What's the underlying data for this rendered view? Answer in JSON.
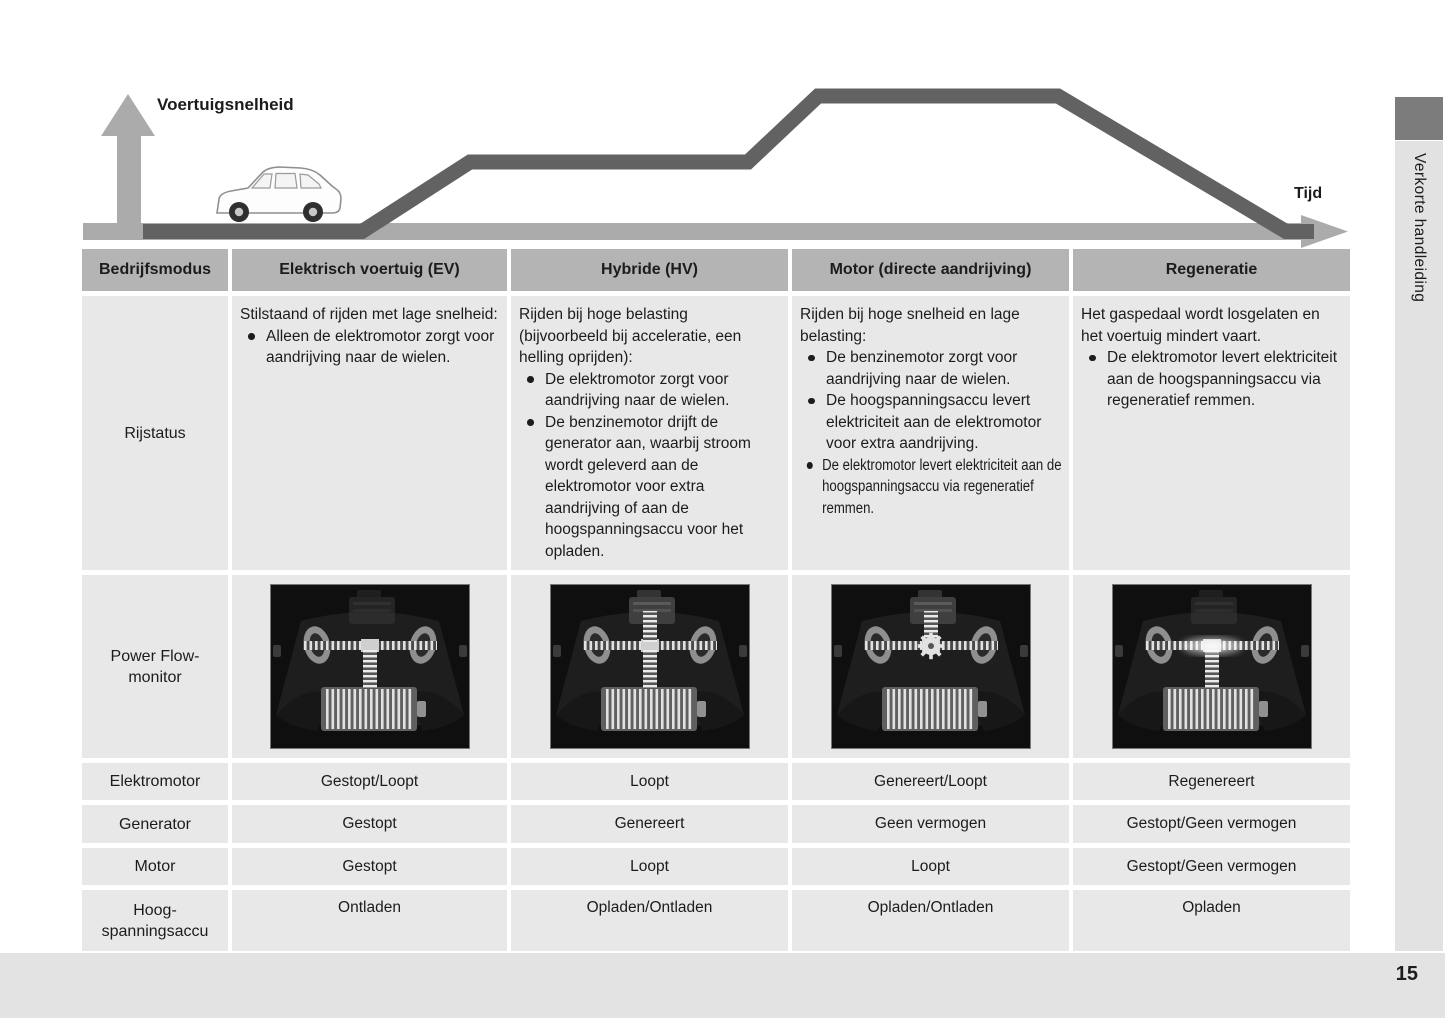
{
  "page": {
    "number": "15"
  },
  "sidebar": {
    "label": "Verkorte handleiding"
  },
  "graph": {
    "y_axis_label": "Voertuigsnelheid",
    "x_axis_label": "Tijd"
  },
  "table": {
    "headers": [
      "Bedrijfsmodus",
      "Elektrisch voertuig (EV)",
      "Hybride (HV)",
      "Motor (directe aandrijving)",
      "Regeneratie"
    ],
    "rijstatus": {
      "label": "Rijstatus",
      "cells": [
        {
          "intro": "Stilstaand of rijden met lage snelheid:",
          "bullets": [
            "Alleen de elektromotor zorgt voor aandrijving naar de wielen."
          ]
        },
        {
          "intro": "Rijden bij hoge belasting (bijvoorbeeld bij acceleratie, een helling oprijden):",
          "bullets": [
            "De elektromotor zorgt voor aandrijving naar de wielen.",
            "De benzinemotor drijft de generator aan, waarbij stroom wordt geleverd aan de elektromotor voor extra aandrijving of aan de hoogspanningsaccu voor het opladen."
          ]
        },
        {
          "intro": "Rijden bij hoge snelheid en lage belasting:",
          "bullets": [
            "De benzinemotor zorgt voor aandrijving naar de wielen.",
            "De hoogspanningsaccu levert elektriciteit aan de elektromotor voor extra aandrijving.",
            "De elektromotor levert elektriciteit aan de hoogspanningsaccu via regeneratief remmen."
          ]
        },
        {
          "intro": "Het gaspedaal wordt losgelaten en het voertuig mindert vaart.",
          "bullets": [
            "De elektromotor levert elektriciteit aan de hoogspanningsaccu via regeneratief remmen."
          ]
        }
      ]
    },
    "power_flow": {
      "label": "Power Flow-\nmonitor",
      "variants": [
        "ev",
        "hv",
        "direct",
        "regen"
      ]
    },
    "status_rows": [
      {
        "label": "Elektromotor",
        "values": [
          "Gestopt/Loopt",
          "Loopt",
          "Genereert/Loopt",
          "Regenereert"
        ]
      },
      {
        "label": "Generator",
        "values": [
          "Gestopt",
          "Genereert",
          "Geen vermogen",
          "Gestopt/Geen vermogen"
        ]
      },
      {
        "label": "Motor",
        "values": [
          "Gestopt",
          "Loopt",
          "Loopt",
          "Gestopt/Geen vermogen"
        ]
      },
      {
        "label": "Hoog-\nspanningsaccu",
        "values": [
          "Ontladen",
          "Opladen/Ontladen",
          "Opladen/Ontladen",
          "Opladen"
        ]
      }
    ]
  },
  "colors": {
    "header_bg": "#b4b4b4",
    "cell_bg": "#e8e8e8",
    "footer_bg": "#e3e3e3",
    "sidebar_bg": "#e2e2e2",
    "tab_bg": "#7c7c7c",
    "curve": "#626262",
    "axis": "#ababab",
    "text": "#1c1c1c"
  }
}
